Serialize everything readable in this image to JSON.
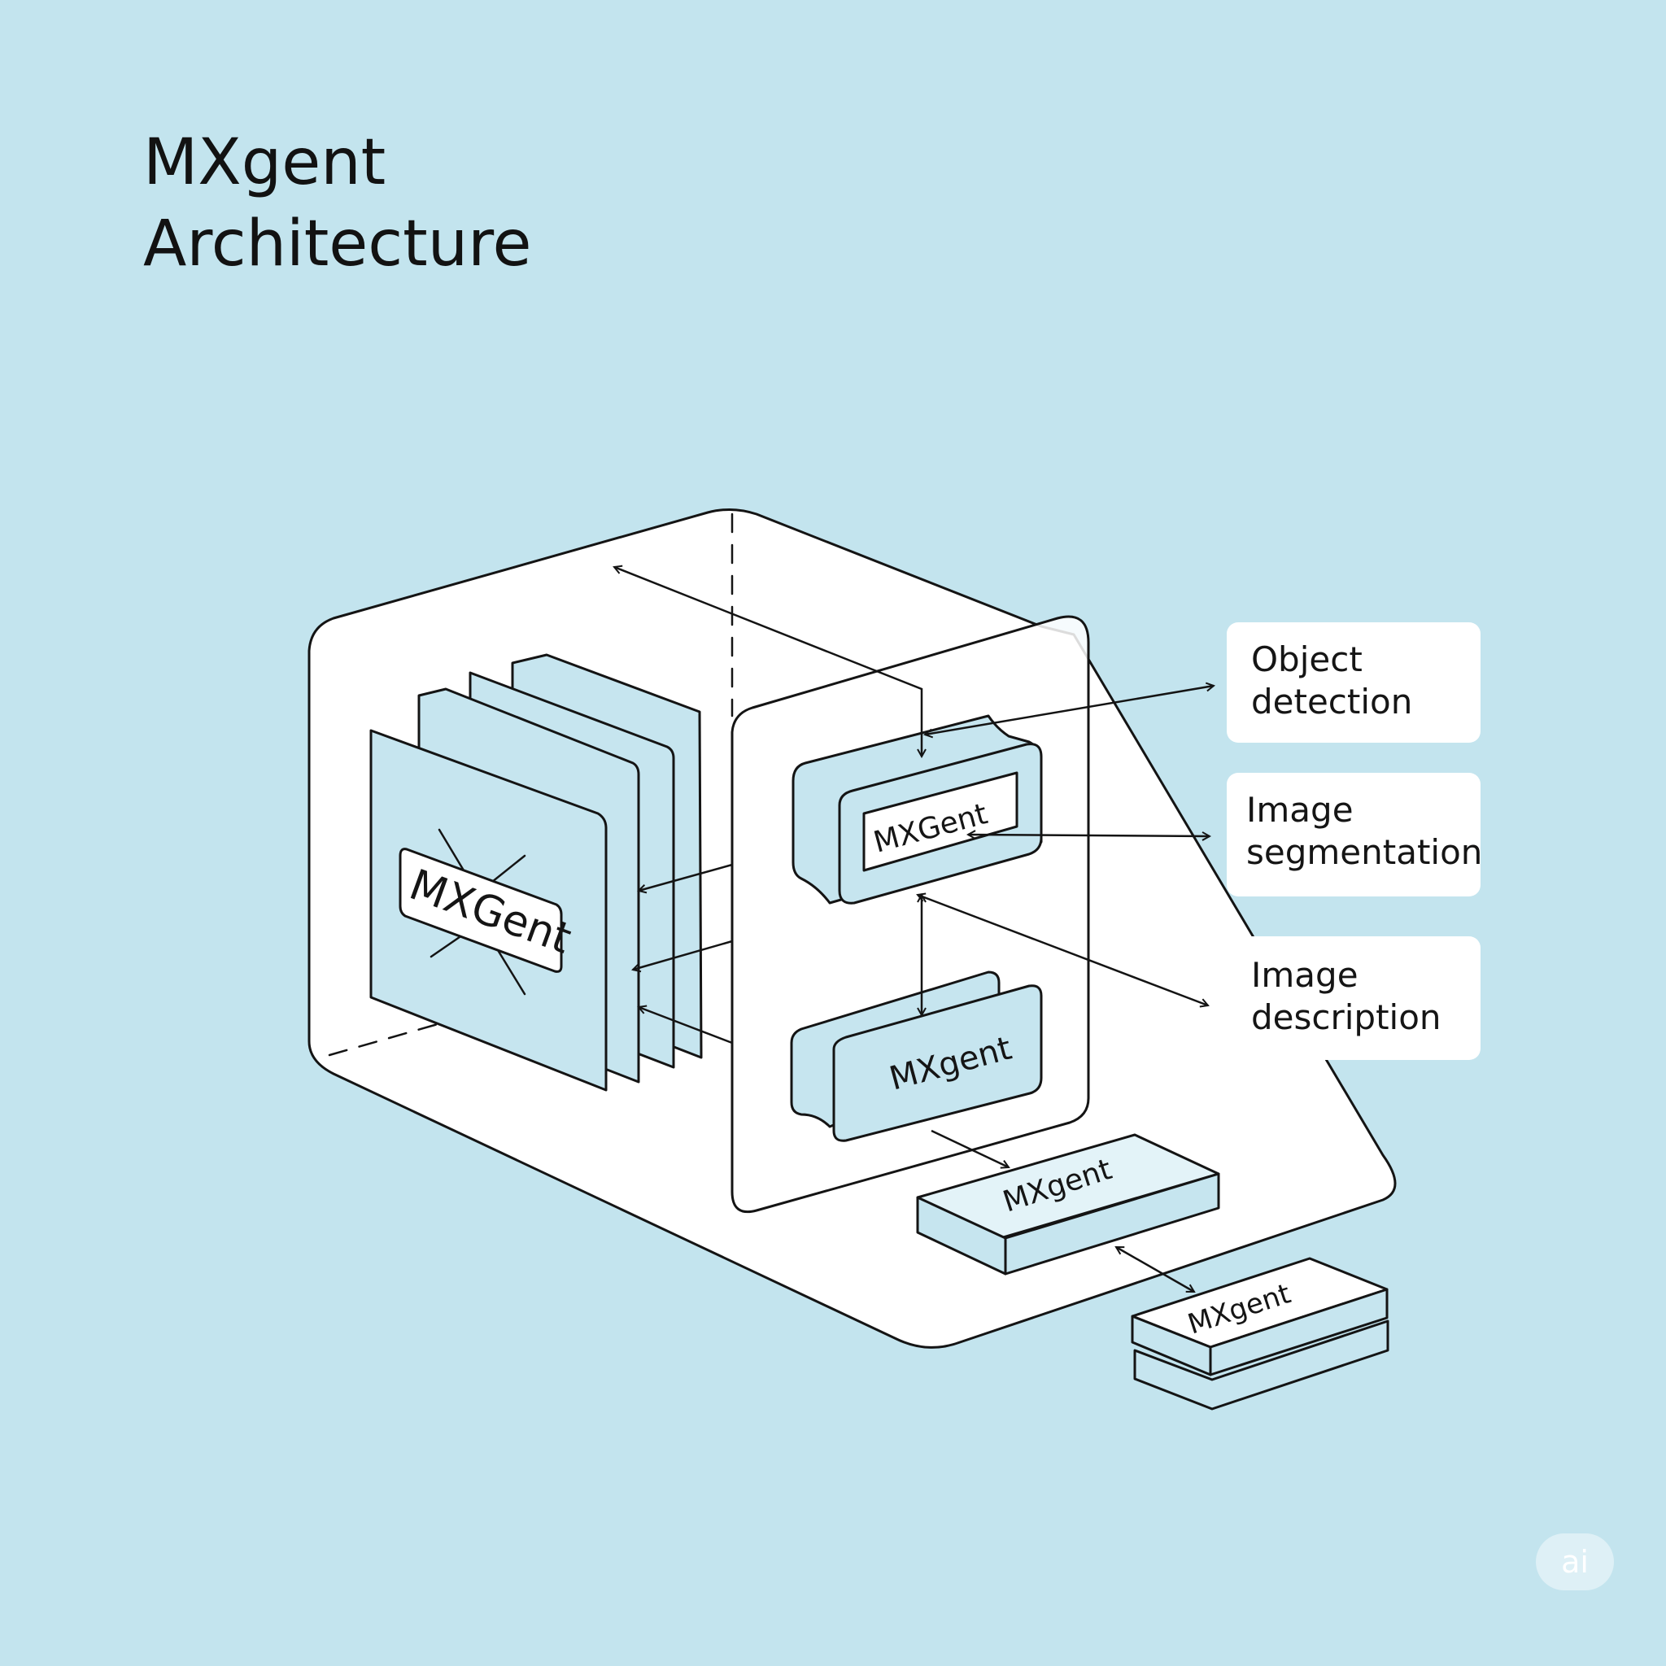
{
  "title": {
    "line1": "MXgent",
    "line2": "Architecture"
  },
  "panel_labels": {
    "front_layer": "MXGent",
    "upper_module": "MXGent",
    "lower_module": "MXgent",
    "platform_block": "MXgent",
    "output_block": "MXgent"
  },
  "outputs": [
    {
      "line1": "Object",
      "line2": "detection"
    },
    {
      "line1": "Image",
      "line2": "segmentation"
    },
    {
      "line1": "Image",
      "line2": "description"
    }
  ],
  "watermark": "ai",
  "colors": {
    "background": "#c3e4ee",
    "panel_fill": "#c6e5ef",
    "stroke": "#141414",
    "card": "#ffffff"
  }
}
